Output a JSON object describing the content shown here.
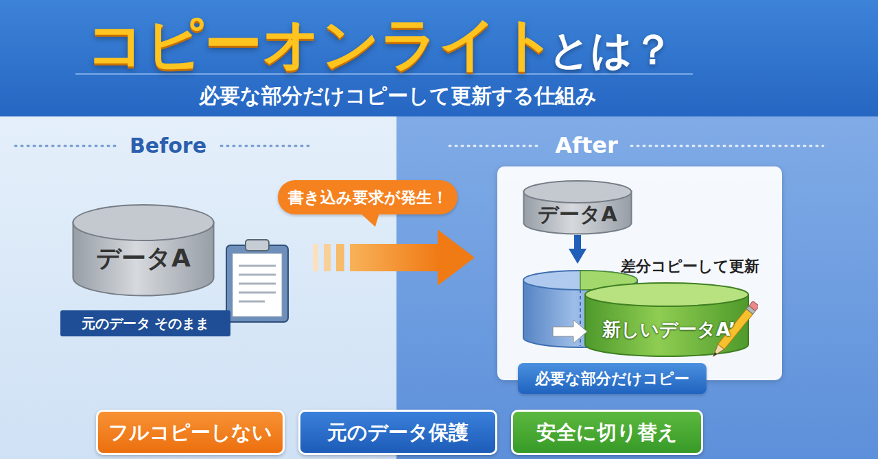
{
  "diagram": {
    "title": "コピーオンライト",
    "nodes": [
      {
        "text": [
          "データA"
        ]
      },
      {
        "text": [
          "元のデータ そのまま"
        ]
      },
      {
        "text": [
          "書き込み要求が発生！"
        ]
      },
      {
        "text": [
          "データA"
        ]
      },
      {
        "text": [
          "新しいデータA’"
        ]
      },
      {
        "text": [
          "必要な部分だけコピー"
        ]
      },
      {
        "text": [
          "フルコピーしない"
        ]
      },
      {
        "text": [
          "元のデータ保護"
        ]
      },
      {
        "text": [
          "安全に切り替え"
        ]
      }
    ],
    "edges": [
      {
        "from": 3,
        "to": 4,
        "arrow": "to",
        "label": "差分コピーして更新"
      }
    ],
    "labels": [
      "とは？",
      "必要な部分だけコピーして更新する仕組み",
      "Before",
      "After"
    ]
  }
}
